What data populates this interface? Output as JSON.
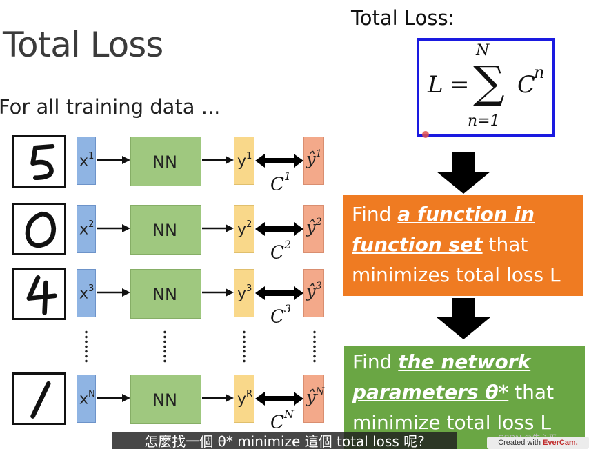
{
  "title": "Total Loss",
  "subtitle": "For all training data ...",
  "total_loss_label": "Total Loss:",
  "formula": {
    "lhs": "L",
    "eq": "=",
    "sum": "∑",
    "upper": "N",
    "lower": "n=1",
    "term": "C",
    "term_sup": "n"
  },
  "rows": [
    {
      "digit": "5",
      "x": "x",
      "x_sup": "1",
      "nn": "NN",
      "y": "y",
      "y_sup": "1",
      "yhat": "ŷ",
      "yhat_sup": "1",
      "c": "C",
      "c_sup": "1"
    },
    {
      "digit": "0",
      "x": "x",
      "x_sup": "2",
      "nn": "NN",
      "y": "y",
      "y_sup": "2",
      "yhat": "ŷ",
      "yhat_sup": "2",
      "c": "C",
      "c_sup": "2"
    },
    {
      "digit": "4",
      "x": "x",
      "x_sup": "3",
      "nn": "NN",
      "y": "y",
      "y_sup": "3",
      "yhat": "ŷ",
      "yhat_sup": "3",
      "c": "C",
      "c_sup": "3"
    },
    {
      "digit": "1",
      "x": "x",
      "x_sup": "N",
      "nn": "NN",
      "y": "y",
      "y_sup": "R",
      "yhat": "ŷ",
      "yhat_sup": "N",
      "c": "C",
      "c_sup": "N"
    }
  ],
  "orange_panel": {
    "line1_plain": "Find ",
    "line1_em": "a function in",
    "line2_em": "function set",
    "line2_plain": " that",
    "line3": "minimizes total loss L"
  },
  "green_panel": {
    "line1_plain": "Find ",
    "line1_em": "the network",
    "line2_em": "parameters θ*",
    "line2_plain": " that",
    "line3": "minimize total loss L"
  },
  "caption": "怎麼找一個 θ* minimize 這個 total loss 呢?",
  "watermark": "CSDN @牛心平",
  "evercam_prefix": "Created with ",
  "evercam_brand": "EverCam.",
  "colors": {
    "formula_border": "#1a1ae0",
    "x_box": "#8fb4e3",
    "nn_box": "#9fc87f",
    "y_box": "#f9d88a",
    "yhat_box": "#f3a98a",
    "orange_panel": "#ef7b22",
    "green_panel": "#6aa644"
  }
}
